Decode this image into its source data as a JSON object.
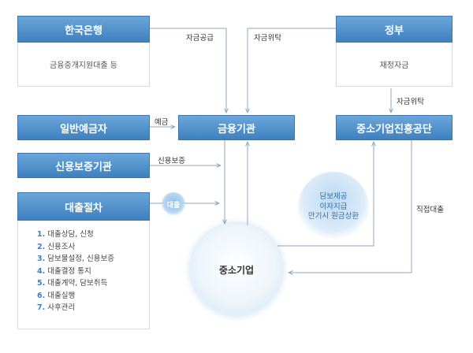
{
  "nodes": {
    "bok": {
      "label": "한국은행",
      "desc": "금융중개지원대출 등"
    },
    "gov": {
      "label": "정부",
      "desc": "재정자금"
    },
    "depositors": {
      "label": "일반예금자"
    },
    "guarantee": {
      "label": "신용보증기관"
    },
    "loan_proc": {
      "label": "대출절차",
      "steps": [
        {
          "num": "1.",
          "text": "대출상담, 신청"
        },
        {
          "num": "2.",
          "text": "신용조사"
        },
        {
          "num": "3.",
          "text": "담보물설정, 신용보증"
        },
        {
          "num": "4.",
          "text": "대출결정 통지"
        },
        {
          "num": "5.",
          "text": "대출계약, 담보취득"
        },
        {
          "num": "6.",
          "text": "대출실행"
        },
        {
          "num": "7.",
          "text": "사후관리"
        }
      ]
    },
    "fin": {
      "label": "금융기관"
    },
    "sbc": {
      "label": "중소기업진흥공단"
    },
    "sme": {
      "label": "중소기업"
    }
  },
  "edges": {
    "bok_fin": "자금공급",
    "gov_fin": "자금위탁",
    "gov_sbc": "자금위탁",
    "dep_fin": "예금",
    "guar_fin": "신용보증",
    "loan": "대출",
    "direct": "직접대출"
  },
  "note": [
    "담보제공",
    "이자지급",
    "만기시 원금상환"
  ],
  "colors": {
    "box": "#4a8bc9",
    "arrow": "#8ea4bb"
  }
}
